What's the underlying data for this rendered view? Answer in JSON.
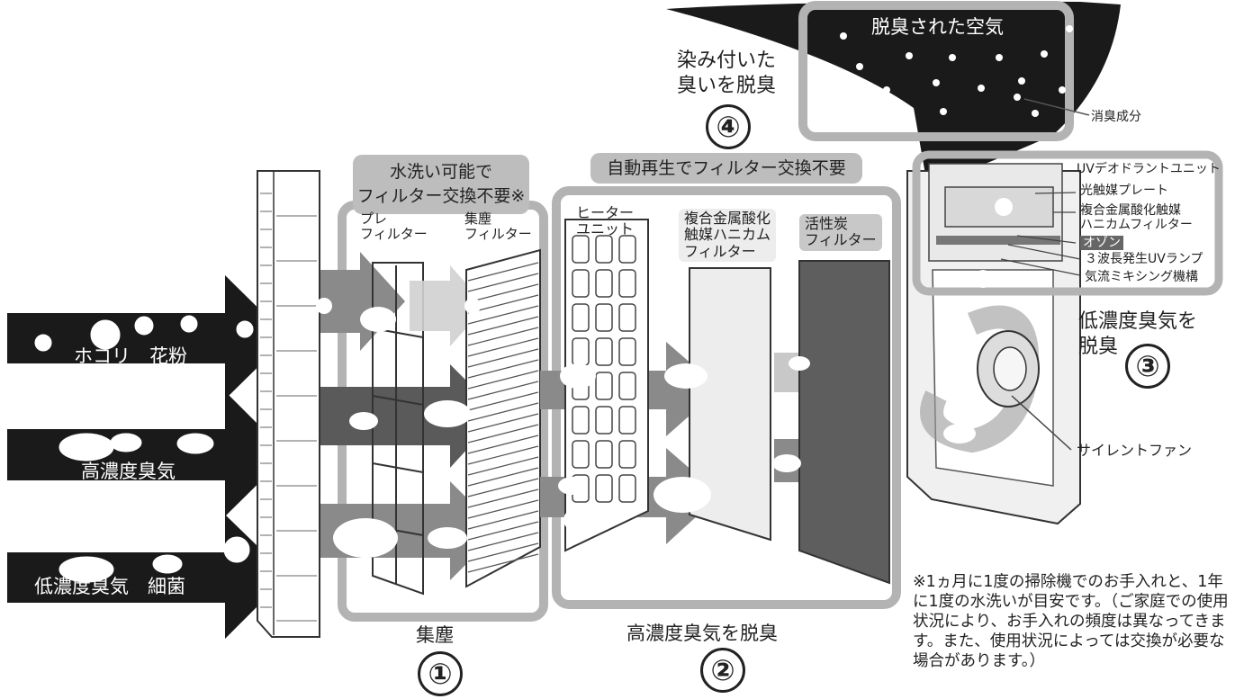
{
  "intake": {
    "row1": "ホコリ　花粉",
    "row2": "高濃度臭気",
    "row3": "低濃度臭気　細菌"
  },
  "stage1": {
    "box_label": [
      "水洗い可能で",
      "フィルター交換不要※"
    ],
    "prefilter": [
      "プレ",
      "フィルター"
    ],
    "dustfilter": [
      "集塵",
      "フィルター"
    ],
    "caption": "集塵",
    "number": "①"
  },
  "stage2": {
    "box_label": "自動再生でフィルター交換不要",
    "heater": [
      "ヒーター",
      "ユニット"
    ],
    "honeycomb": [
      "複合金属酸化",
      "触媒ハニカム",
      "フィルター"
    ],
    "carbon": [
      "活性炭",
      "フィルター"
    ],
    "caption": "高濃度臭気を脱臭",
    "number": "②"
  },
  "stage3": {
    "unit_title": "UVデオドラントユニット",
    "parts": [
      "光触媒プレート",
      "複合金属酸化触媒\nハニカムフィルター",
      "オゾン",
      "３波長発生UVランプ",
      "気流ミキシング機構"
    ],
    "caption": [
      "低濃度臭気を",
      "脱臭"
    ],
    "number": "③",
    "fan": "サイレントファン"
  },
  "stage4": {
    "caption": [
      "染み付いた",
      "臭いを脱臭"
    ],
    "number": "④",
    "clean_air": "脱臭された空気",
    "deodorant": "消臭成分"
  },
  "footnote": "※1ヵ月に1度の掃除機でのお手入れと、1年に1度の水洗いが目安です。（ご家庭での使用状況により、お手入れの頻度は異なってきます。また、使用状況によっては交換が必要な場合があります。）",
  "colors": {
    "black_arrow": "#1a1a1a",
    "dark_gray": "#5a5a5a",
    "mid_gray": "#8a8a8a",
    "light_gray": "#bdbdbd",
    "frame_gray": "#b3b3b3"
  }
}
